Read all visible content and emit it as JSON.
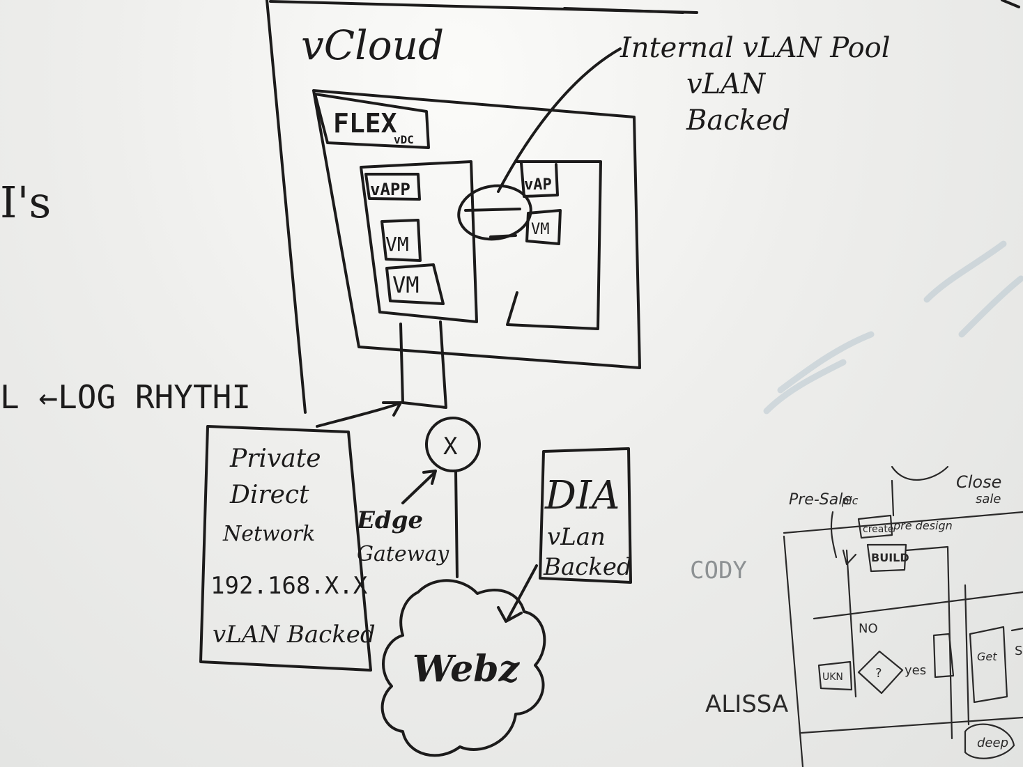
{
  "left_fragments": {
    "is": "I's",
    "log_rhythm": "L ←LOG RHYTHI"
  },
  "vcloud": {
    "title": "vCloud",
    "flex_vdc": "FLEX",
    "flex_vdc_sub": "vDC",
    "vapp_left": "vAPP",
    "vm_1": "VM",
    "vm_2": "VM",
    "vapp_right": "vAP",
    "vm_right": "VM"
  },
  "annotation": {
    "line1": "Internal vLAN Pool",
    "line2": "vLAN",
    "line3": "Backed"
  },
  "edge_gateway": {
    "symbol": "X",
    "line1": "Edge",
    "line2": "Gateway"
  },
  "private_network": {
    "line1": "Private",
    "line2": "Direct",
    "line3": "Network",
    "ip": "192.168.X.X",
    "backing": "vLAN Backed"
  },
  "dia": {
    "line1": "DIA",
    "line2": "vLan",
    "line3": "Backed"
  },
  "cloud": {
    "label": "Webz"
  },
  "flowchart": {
    "pre_sale": "Pre-Sale",
    "pre_sale_suffix": "pic",
    "close_sale_1": "Close",
    "close_sale_2": "sale",
    "pre_design": "pre design",
    "create": "create",
    "build": "BUILD",
    "no": "NO",
    "yes": "yes",
    "cody": "CODY",
    "alissa": "ALISSA",
    "ukn": "UKN",
    "decision": "?",
    "deep": "deep",
    "side_box": "Get",
    "side_box_2": "S"
  }
}
